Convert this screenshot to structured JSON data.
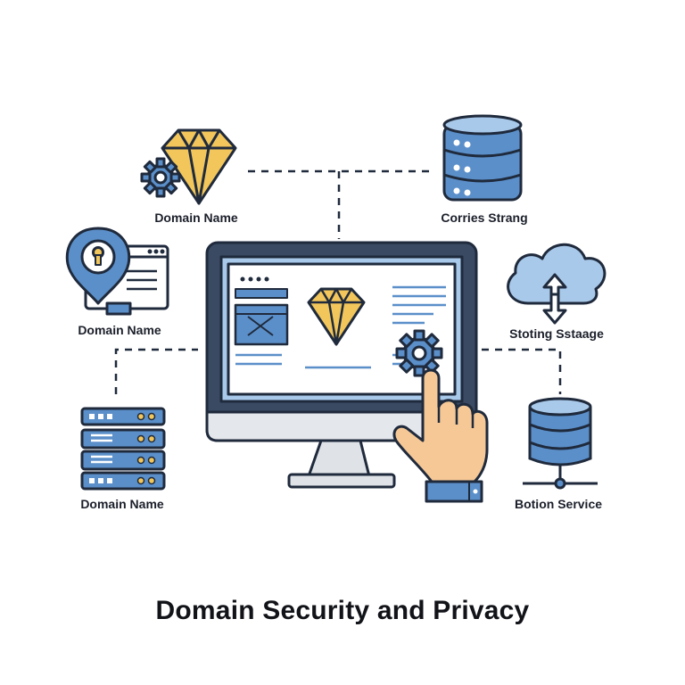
{
  "title": "Domain Security and Privacy",
  "colors": {
    "outline": "#1f2a3c",
    "blue": "#5b8fc9",
    "light_blue": "#a9c9ea",
    "gold": "#f2c65a",
    "skin": "#f6c896",
    "screen_bg": "#e7eef7",
    "stand": "#dfe3e8"
  },
  "nodes": {
    "top_left": {
      "label": "Domain Name",
      "icon": "gem-gear-icon"
    },
    "top_right": {
      "label": "Corries Strang",
      "icon": "database-icon"
    },
    "mid_left": {
      "label": "Domain Name",
      "icon": "location-pin-browser-icon"
    },
    "mid_right": {
      "label": "Stoting Sstaage",
      "icon": "cloud-sync-icon"
    },
    "bottom_left": {
      "label": "Domain Name",
      "icon": "server-rack-icon"
    },
    "bottom_right": {
      "label": "Botion Service",
      "icon": "database-network-icon"
    }
  },
  "center": {
    "icon": "monitor-with-hand-icon"
  }
}
